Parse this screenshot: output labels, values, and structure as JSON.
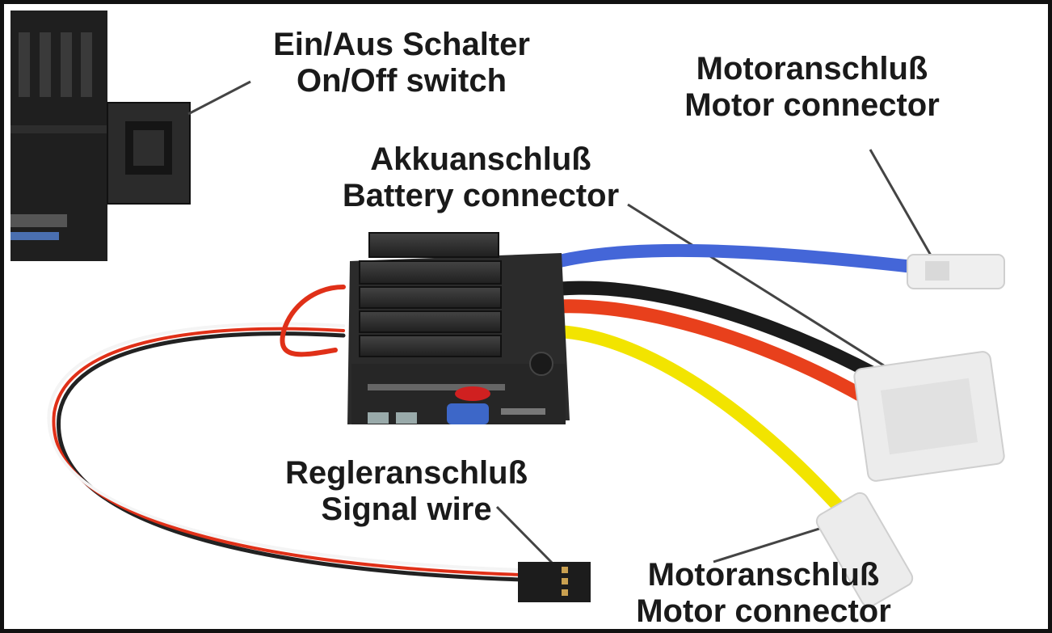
{
  "labels": {
    "switch": {
      "de": "Ein/Aus Schalter",
      "en": "On/Off switch"
    },
    "motor_top": {
      "de": "Motoranschluß",
      "en": "Motor connector"
    },
    "battery": {
      "de": "Akkuanschluß",
      "en": "Battery connector"
    },
    "signal": {
      "de": "Regleranschluß",
      "en": "Signal wire"
    },
    "motor_bottom": {
      "de": "Motoranschluß",
      "en": "Motor connector"
    }
  },
  "colors": {
    "border": "#111111",
    "leader": "#444444",
    "esc_body": "#2b2b2b",
    "wire_blue": "#4466d8",
    "wire_red": "#e8401c",
    "wire_black": "#1b1b1b",
    "wire_yellow": "#f2e400",
    "connector": "#eaeaea"
  }
}
